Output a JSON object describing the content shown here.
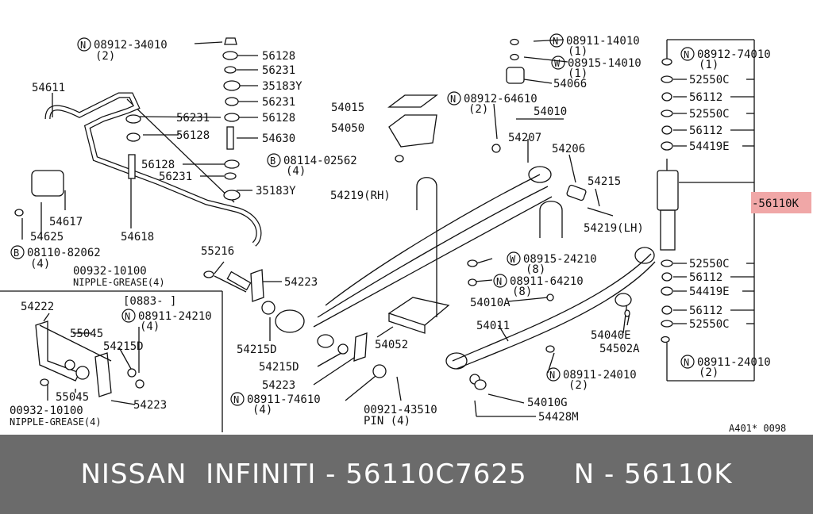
{
  "part_labels": {
    "p08912_34010": "08912-34010",
    "q2a": "(2)",
    "p56128a": "56128",
    "p56231a": "56231",
    "p35183a": "35183Y",
    "p56231b": "56231",
    "p56128b": "56128",
    "p54630": "54630",
    "p56128c": "56128",
    "p56231c": "56231",
    "p35183b": "35183Y",
    "p54611": "54611",
    "p56231d": "56231",
    "p56128d": "56128",
    "p54617": "54617",
    "p54625": "54625",
    "p08110_82062": "08110-82062",
    "q4a": "(4)",
    "p54618": "54618",
    "p54015": "54015",
    "p54050": "54050",
    "p08114_02562": "08114-02562",
    "q4b": "(4)",
    "p08912_64610": "08912-64610",
    "q2b": "(2)",
    "p54010": "54010",
    "p54207": "54207",
    "p54206": "54206",
    "p08911_14010": "08911-14010",
    "q1a": "(1)",
    "p08915_14010": "08915-14010",
    "q1b": "(1)",
    "p54066": "54066",
    "p08912_74010": "08912-74010",
    "q1c": "(1)",
    "p52550a": "52550C",
    "p56112a": "56112",
    "p52550b": "52550C",
    "p56112b": "56112",
    "p54419a": "54419E",
    "p56110k": "-56110K",
    "p52550c": "52550C",
    "p56112c": "56112",
    "p54419b": "54419E",
    "p56112d": "56112",
    "p52550d": "52550C",
    "p08911_24010a": "08911-24010",
    "q2c": "(2)",
    "p54219rh": "54219(RH)",
    "p54215a": "54215",
    "p54219lh": "54219(LH)",
    "p55216": "55216",
    "p00932a": "00932-10100",
    "nipple_a": "NIPPLE-GREASE(4)",
    "p54223a": "54223",
    "p08915_24210": "08915-24210",
    "q8a": "(8)",
    "p08911_64210": "08911-64210",
    "q8b": "(8)",
    "p54010a": "54010A",
    "p54011": "54011",
    "p54040e": "54040E",
    "p54502a": "54502A",
    "p54215d_a": "54215D",
    "p54052": "54052",
    "p54215d_b": "54215D",
    "p54223b": "54223",
    "p08911_74610": "08911-74610",
    "q4c": "(4)",
    "p00921": "00921-43510",
    "pin4": "PIN (4)",
    "p08911_24010b": "08911-24010",
    "q2d": "(2)",
    "p54010g": "54010G",
    "p54428m": "54428M",
    "inset_date": "[0883-    ]",
    "p54222": "54222",
    "p08911_24210": "08911-24210",
    "q4d": "(4)",
    "p55045a": "55045",
    "p54215d_c": "54215D",
    "p55045b": "55045",
    "p54223c": "54223",
    "p00932b": "00932-10100",
    "nipple_b": "NIPPLE-GREASE(4)",
    "ref_code": "A401* 0098"
  },
  "icons": {
    "nut": "N-circle-icon",
    "washer": "W-circle-icon",
    "bolt": "B-circle-icon"
  },
  "highlight_color": "#f0a7a7",
  "banner": {
    "text": "NISSAN  INFINITI - 56110C7625     N - 56110K",
    "background": "#6b6b6b"
  }
}
